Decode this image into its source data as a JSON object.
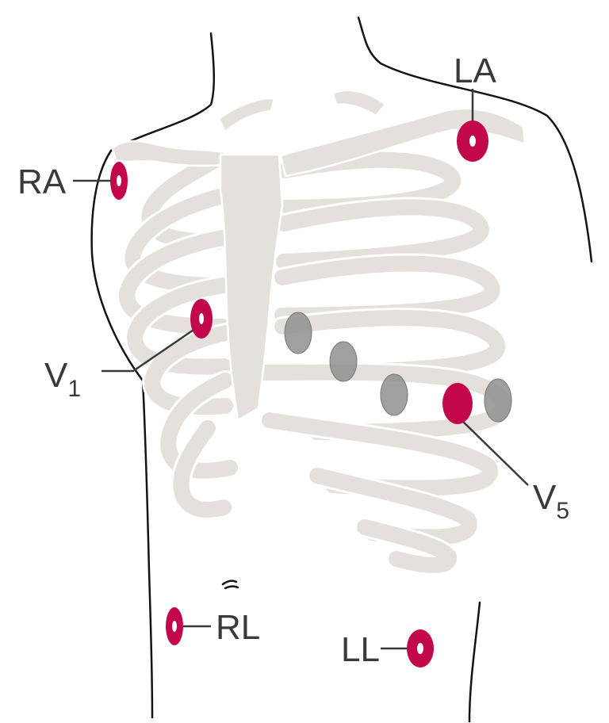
{
  "colors": {
    "electrode_active": "#c2074b",
    "electrode_alt": "#8f8f8f",
    "bone": "#e4e1dc",
    "outline": "#141414",
    "label": "#3a3a3a"
  },
  "labels": {
    "ra": "RA",
    "la": "LA",
    "v1_main": "V",
    "v1_sub": "1",
    "v5_main": "V",
    "v5_sub": "5",
    "rl": "RL",
    "ll": "LL"
  }
}
